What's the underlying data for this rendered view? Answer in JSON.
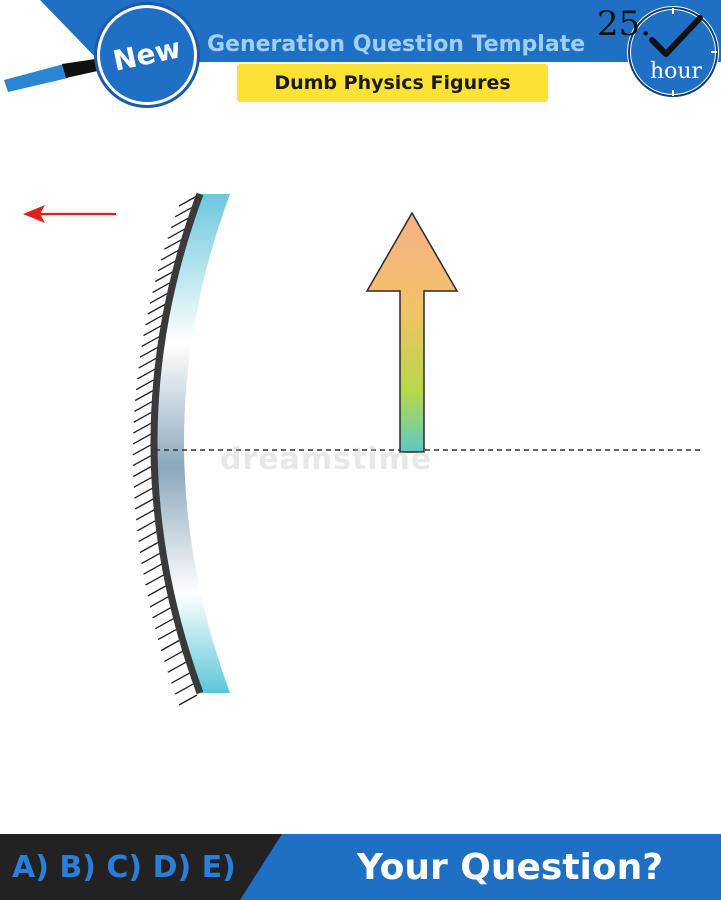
{
  "header": {
    "badge_label": "New",
    "template_title": "Generation Question Template",
    "subtitle": "Dumb Physics Figures",
    "clock_number": "25.",
    "clock_unit": "hour"
  },
  "figure": {
    "watermark": "dreamstime"
  },
  "footer": {
    "answers": "A) B) C) D) E)",
    "question": "Your Question?"
  },
  "colors": {
    "brand_blue": "#1f6fc4",
    "highlight_yellow": "#fbe234",
    "answer_blue": "#2a7fdc",
    "footer_dark": "#222222",
    "arrow_red": "#e0201c"
  }
}
